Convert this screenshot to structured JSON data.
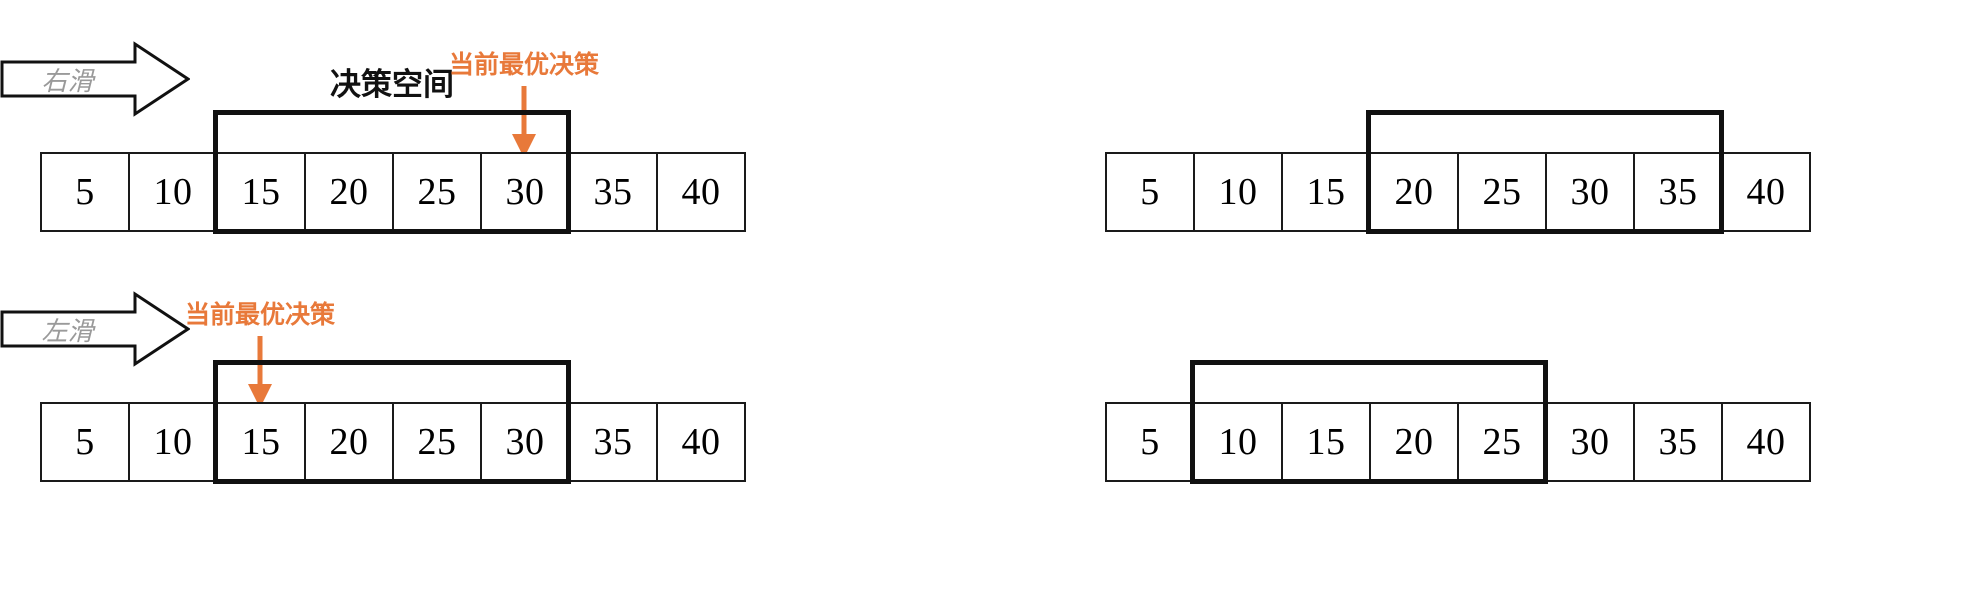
{
  "figure": {
    "type": "sliding-window-diagram",
    "accent_color": "#E8793A",
    "line_color": "#111111",
    "background": "#FFFFFF",
    "arrow_text_color": "#9A9A9A"
  },
  "rows": [
    {
      "id": "right-slide",
      "space_title": "决策空间",
      "transition_label": "右滑",
      "before": {
        "values": [
          "5",
          "10",
          "15",
          "20",
          "25",
          "30",
          "35",
          "40"
        ],
        "window_start_index": 2,
        "window_end_index": 5,
        "best_decision_index": 5,
        "best_decision_label": "当前最优决策"
      },
      "after": {
        "values": [
          "5",
          "10",
          "15",
          "20",
          "25",
          "30",
          "35",
          "40"
        ],
        "window_start_index": 3,
        "window_end_index": 6
      }
    },
    {
      "id": "left-slide",
      "space_title": "",
      "transition_label": "左滑",
      "before": {
        "values": [
          "5",
          "10",
          "15",
          "20",
          "25",
          "30",
          "35",
          "40"
        ],
        "window_start_index": 2,
        "window_end_index": 5,
        "best_decision_index": 2,
        "best_decision_label": "当前最优决策"
      },
      "after": {
        "values": [
          "5",
          "10",
          "15",
          "20",
          "25",
          "30",
          "35",
          "40"
        ],
        "window_start_index": 1,
        "window_end_index": 4
      }
    }
  ]
}
